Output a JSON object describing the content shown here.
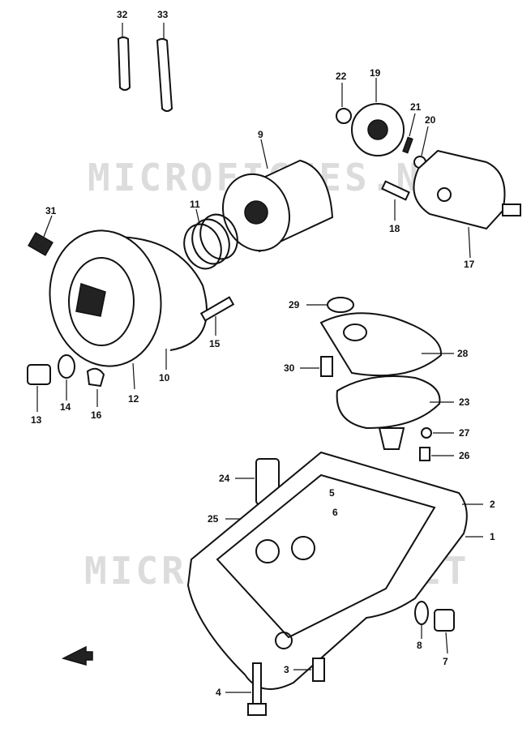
{
  "watermarks": [
    "MICROFICHES.NET",
    "MICROFICHES.NET"
  ],
  "callouts": [
    {
      "n": "32"
    },
    {
      "n": "33"
    },
    {
      "n": "22"
    },
    {
      "n": "19"
    },
    {
      "n": "21"
    },
    {
      "n": "20"
    },
    {
      "n": "9"
    },
    {
      "n": "31"
    },
    {
      "n": "11"
    },
    {
      "n": "18"
    },
    {
      "n": "17"
    },
    {
      "n": "29"
    },
    {
      "n": "15"
    },
    {
      "n": "28"
    },
    {
      "n": "30"
    },
    {
      "n": "10"
    },
    {
      "n": "12"
    },
    {
      "n": "13"
    },
    {
      "n": "14"
    },
    {
      "n": "16"
    },
    {
      "n": "23"
    },
    {
      "n": "27"
    },
    {
      "n": "26"
    },
    {
      "n": "24"
    },
    {
      "n": "5"
    },
    {
      "n": "2"
    },
    {
      "n": "25"
    },
    {
      "n": "6"
    },
    {
      "n": "1"
    },
    {
      "n": "8"
    },
    {
      "n": "7"
    },
    {
      "n": "3"
    },
    {
      "n": "4"
    }
  ]
}
